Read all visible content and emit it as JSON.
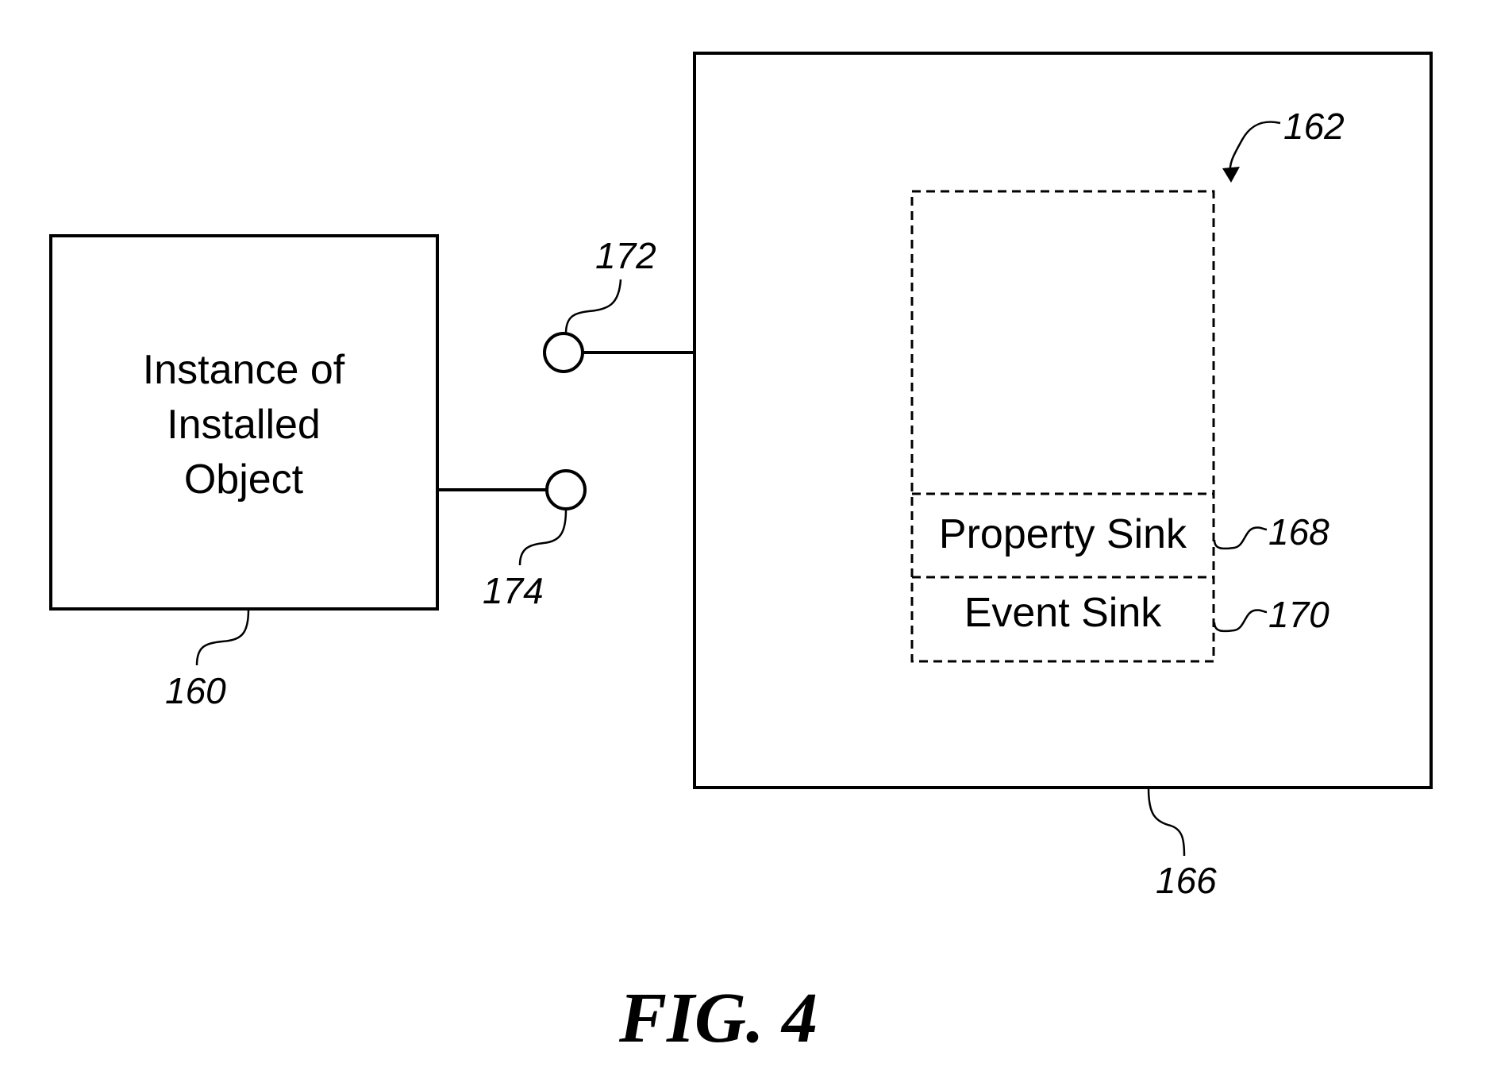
{
  "object_box": {
    "lines": [
      "Instance of",
      "Installed",
      "Object"
    ],
    "ref": "160"
  },
  "port_upper": {
    "ref": "172"
  },
  "port_lower": {
    "ref": "174"
  },
  "container_box": {
    "ref": "166"
  },
  "inner_component": {
    "ref": "162",
    "property_sink": {
      "label": "Property Sink",
      "ref": "168"
    },
    "event_sink": {
      "label": "Event Sink",
      "ref": "170"
    }
  },
  "figure_caption": "FIG. 4"
}
